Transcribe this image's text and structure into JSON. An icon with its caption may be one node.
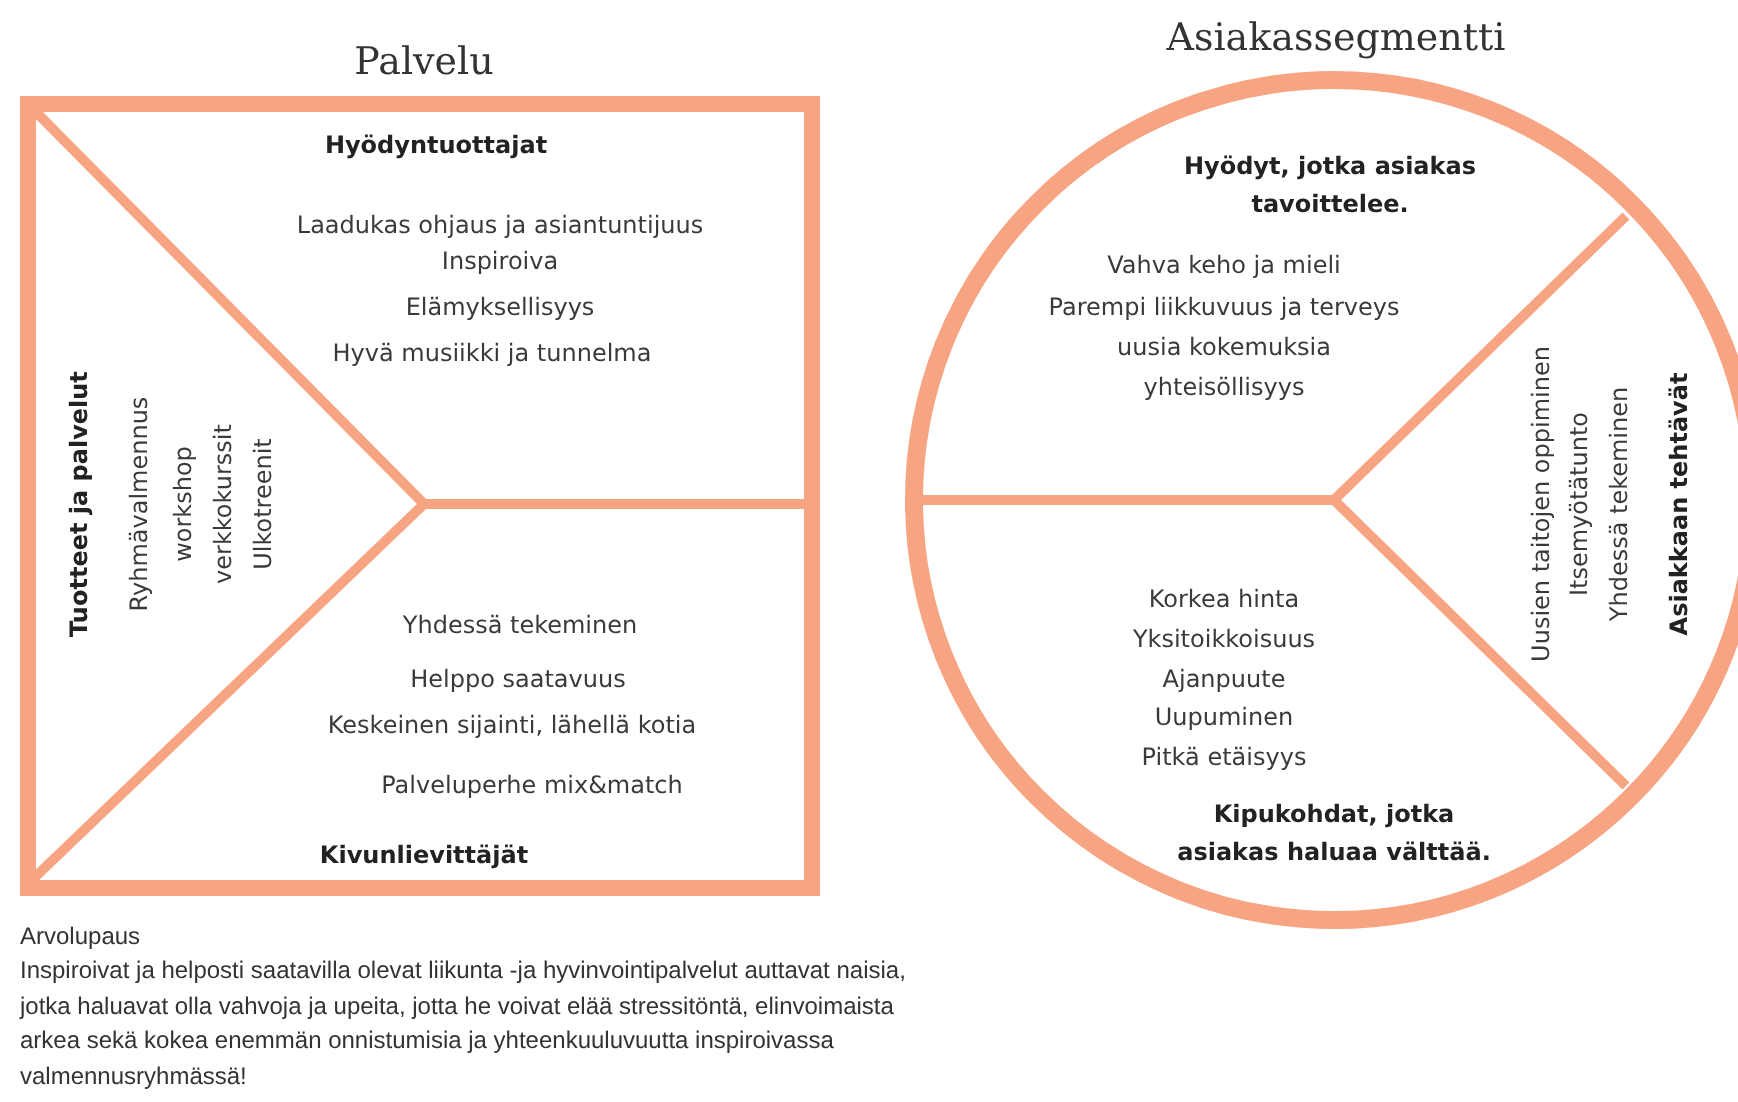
{
  "diagram": {
    "nodes": [
      {
        "text": [
          "Palvelu"
        ]
      },
      {
        "text": [
          "Hyödyntuottajat",
          "Laadukas ohjaus ja asiantuntijuus",
          "Inspiroiva",
          "Elämyksellisyys",
          "Hyvä musiikki ja tunnelma"
        ],
        "in": 0
      },
      {
        "text": [
          "Tuotteet ja palvelut",
          "Ryhmävalmennus",
          "workshop",
          "verkkokurssit",
          "Ulkotreenit"
        ],
        "in": 0
      },
      {
        "text": [
          "Yhdessä tekeminen",
          "Helppo saatavuus",
          "Keskeinen sijainti, lähellä kotia",
          "Palveluperhe mix&match",
          "Kivunlievittäjät"
        ],
        "in": 0
      },
      {
        "text": [
          "Asiakassegmentti"
        ]
      },
      {
        "text": [
          "Hyödyt, jotka asiakas tavoittelee.",
          "Vahva keho ja mieli",
          "Parempi liikkuvuus ja terveys",
          "uusia kokemuksia",
          "yhteisöllisyys"
        ],
        "in": 4
      },
      {
        "text": [
          "Uusien taitojen oppiminen",
          "Itsemyötätunto",
          "Yhdessä tekeminen",
          "Asiakkaan tehtävät"
        ],
        "in": 4
      },
      {
        "text": [
          "Korkea hinta",
          "Yksitoikkoisuus",
          "Ajanpuute",
          "Uupuminen",
          "Pitkä etäisyys",
          "Kipukohdat, jotka asiakas haluaa välttää."
        ],
        "in": 4
      }
    ],
    "edges": [],
    "labels": [
      "Arvolupaus",
      "Inspiroivat ja helposti saatavilla olevat liikunta -ja hyvinvointipalvelut auttavat naisia, jotka haluavat olla vahvoja ja upeita, jotta he voivat elää stressitöntä, elinvoimaista arkea sekä kokea enemmän onnistumisia ja yhteenkuuluvuutta inspiroivassa valmennusryhmässä!"
    ]
  }
}
